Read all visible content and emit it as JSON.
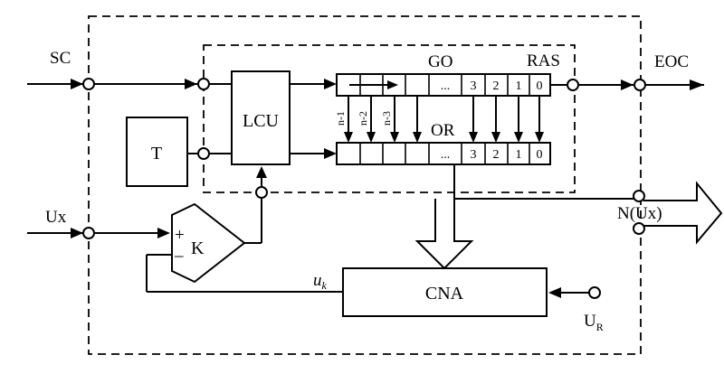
{
  "labels": {
    "sc": "SC",
    "eoc": "EOC",
    "ux": "Ux",
    "t": "T",
    "lcu": "LCU",
    "go": "GO",
    "ras": "RAS",
    "or": "OR",
    "k": "K",
    "plus": "+",
    "minus": "_",
    "cna": "CNA",
    "uk": "u",
    "uk_sub": "k",
    "ur": "U",
    "ur_sub": "R",
    "n_ux": "N(Ux)"
  },
  "registers": {
    "go_cells": [
      "",
      "",
      "",
      "",
      "...",
      "3",
      "2",
      "1",
      "0"
    ],
    "or_cells": [
      "",
      "",
      "",
      "",
      "...",
      "3",
      "2",
      "1",
      "0"
    ],
    "bit_lines": [
      "n-1",
      "n-2",
      "n-3"
    ]
  }
}
